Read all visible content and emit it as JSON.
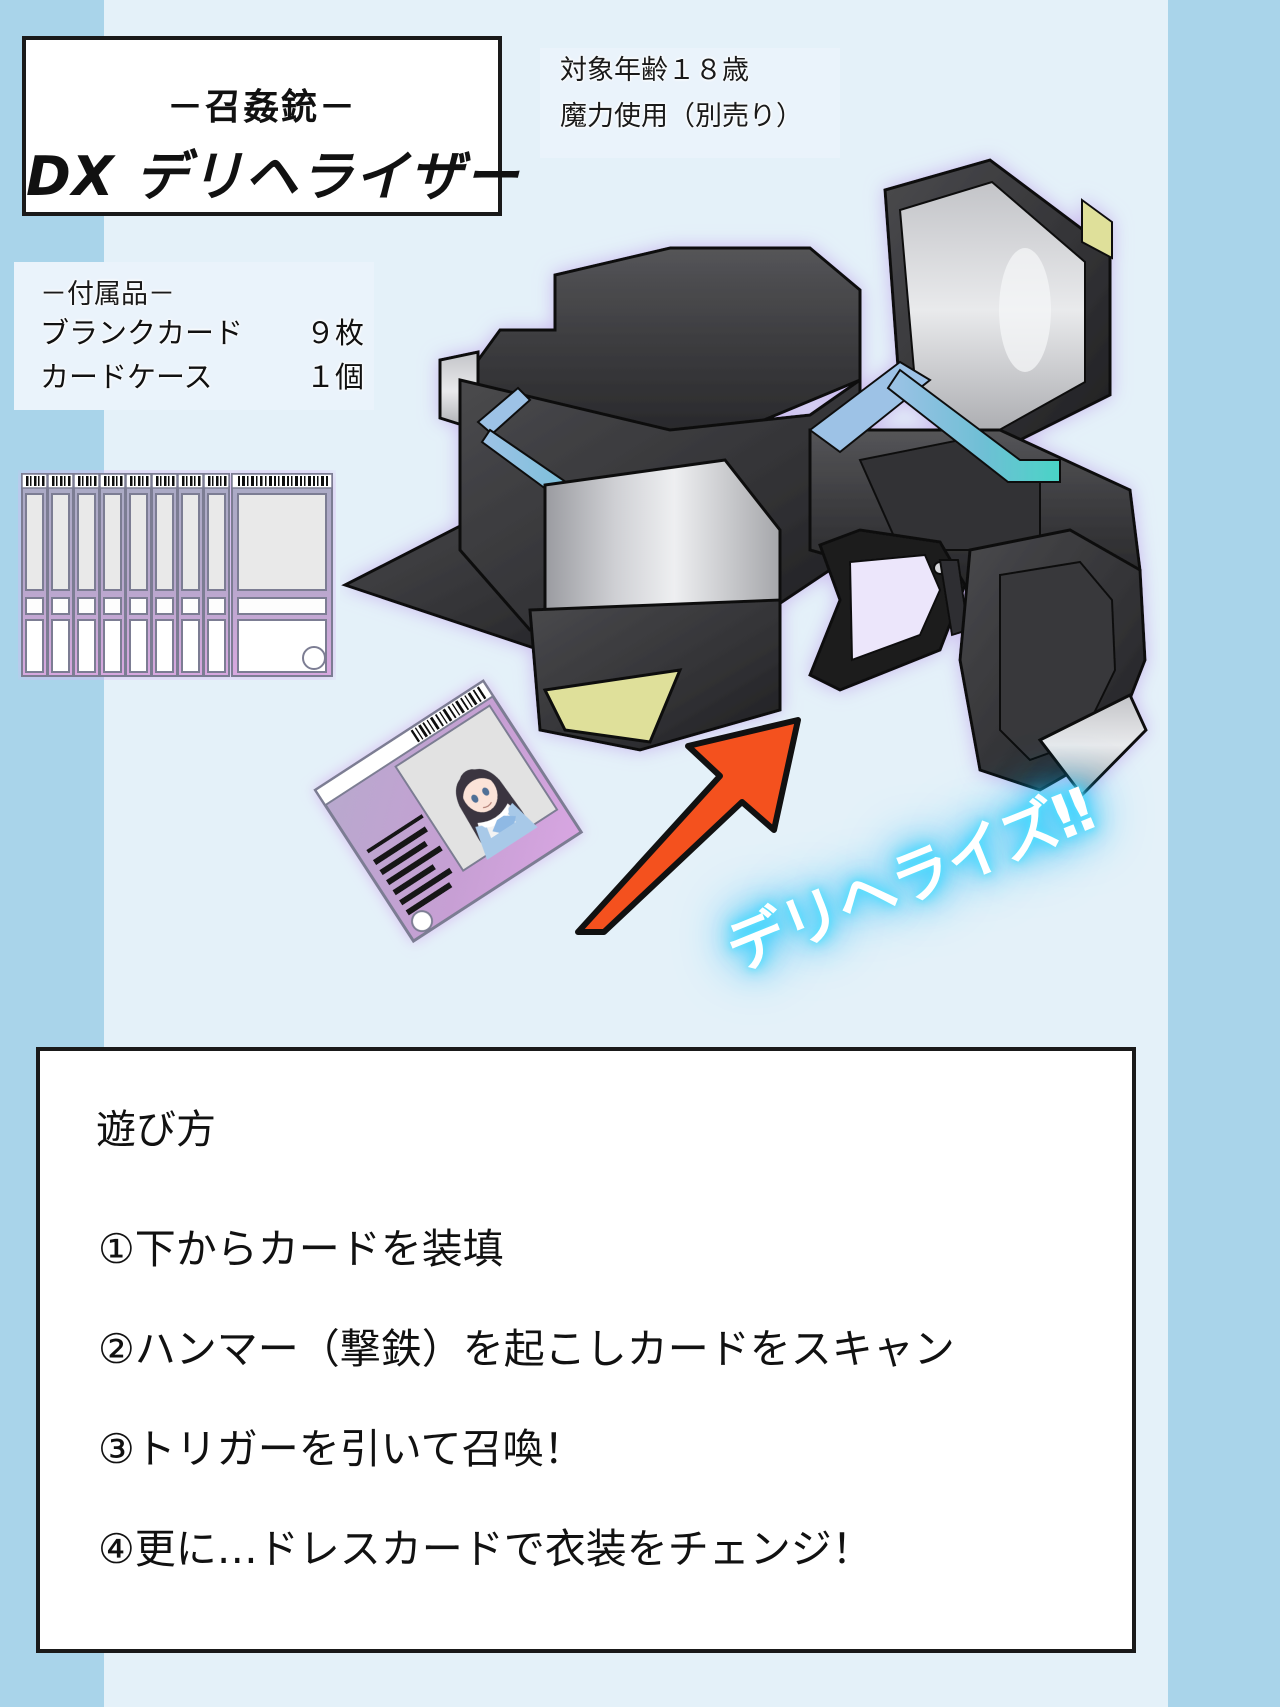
{
  "background": {
    "side_color": "#a9d4ea",
    "main_color": "#e4f1f9"
  },
  "title": {
    "sub": "－召姦銃－",
    "main": "DX デリヘライザー"
  },
  "notice": {
    "line1": "対象年齢１８歳",
    "line2": "魔力使用（別売り）"
  },
  "accessories": {
    "heading": "－付属品－",
    "items": [
      {
        "name": "ブランクカード",
        "qty": "９枚"
      },
      {
        "name": "カードケース",
        "qty": "１個"
      }
    ]
  },
  "glow": {
    "text": "デリヘライズ‼",
    "color": "#ffffff",
    "glow_color": "#35d5ff"
  },
  "arrow": {
    "color": "#f4511e",
    "outline": "#111111"
  },
  "how_to_play": {
    "heading": "遊び方",
    "steps": [
      "①下からカードを装填",
      "②ハンマー（撃鉄）を起こしカードをスキャン",
      "③トリガーを引いて召喚！",
      "④更に…ドレスカードで衣装をチェンジ！"
    ]
  },
  "gun": {
    "body_dark": "#3a3a3c",
    "body_darker": "#252527",
    "body_light": "#b9babd",
    "accent_blue": "#8cb8e0",
    "accent_cyan": "#4fd1c8",
    "accent_yellow": "#d9dd8e"
  },
  "cards": {
    "blank_count": 8,
    "case_label": "card-case",
    "card_edge": "#c79fd4",
    "card_face": "#ededed"
  }
}
